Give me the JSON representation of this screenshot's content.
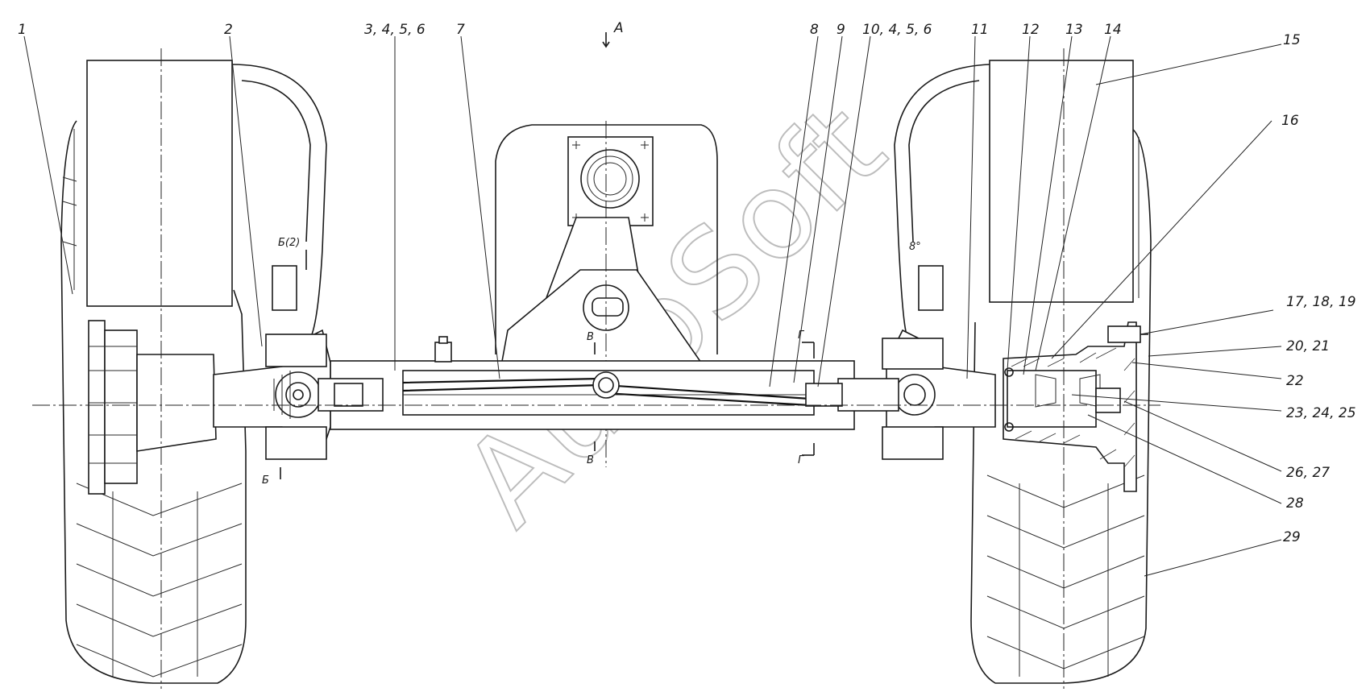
{
  "watermark": "AutoSoft",
  "view_marker": "А",
  "callouts": [
    {
      "id": "c1",
      "text": "1"
    },
    {
      "id": "c2",
      "text": "2"
    },
    {
      "id": "c3",
      "text": "3, 4, 5, 6"
    },
    {
      "id": "c7",
      "text": "7"
    },
    {
      "id": "c8",
      "text": "8"
    },
    {
      "id": "c9",
      "text": "9"
    },
    {
      "id": "c10",
      "text": "10, 4, 5, 6"
    },
    {
      "id": "c11",
      "text": "11"
    },
    {
      "id": "c12",
      "text": "12"
    },
    {
      "id": "c13",
      "text": "13"
    },
    {
      "id": "c14",
      "text": "14"
    },
    {
      "id": "c15",
      "text": "15"
    },
    {
      "id": "c16",
      "text": "16"
    },
    {
      "id": "c17",
      "text": "17, 18, 19"
    },
    {
      "id": "c20",
      "text": "20, 21"
    },
    {
      "id": "c22",
      "text": "22"
    },
    {
      "id": "c23",
      "text": "23, 24, 25"
    },
    {
      "id": "c26",
      "text": "26, 27"
    },
    {
      "id": "c28",
      "text": "28"
    },
    {
      "id": "c29",
      "text": "29"
    }
  ],
  "section_marks": {
    "b_top": "Б(2)",
    "b_bottom": "Б",
    "v_top": "В",
    "v_bottom": "В",
    "g_top": "Г",
    "g_bottom": "Г",
    "angle": "8°"
  }
}
